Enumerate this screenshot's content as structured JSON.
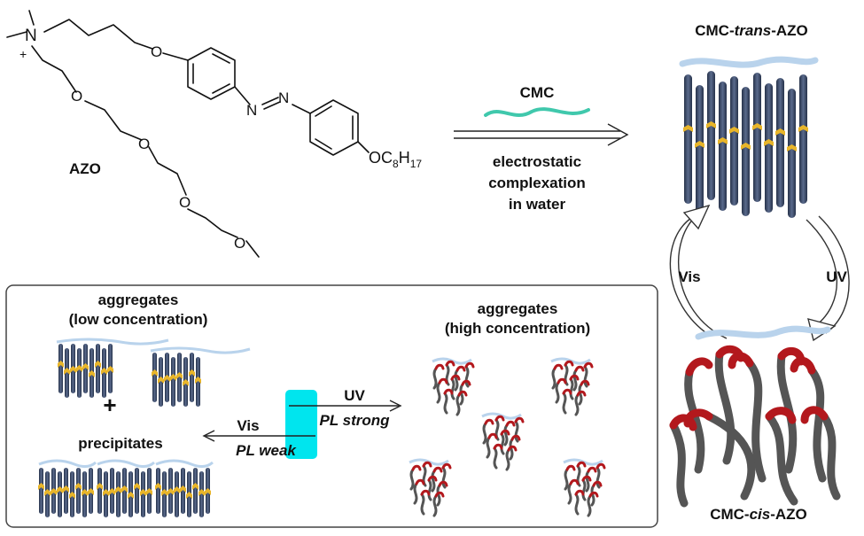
{
  "molecule": {
    "name": "AZO",
    "atoms": {
      "n_plus": "N",
      "charge": "+",
      "oxygen": "O",
      "azo_n": "N",
      "terminal": "OC",
      "c_count": "8",
      "h_text": "H",
      "h_count": "17"
    }
  },
  "process": {
    "reagent": "CMC",
    "condition_line1": "electrostatic",
    "condition_line2": "complexation",
    "condition_line3": "in water"
  },
  "states": {
    "trans_prefix": "CMC-",
    "trans_italic": "trans",
    "trans_suffix": "-AZO",
    "cis_prefix": "CMC-",
    "cis_italic": "cis",
    "cis_suffix": "-AZO",
    "switch_left": "Vis",
    "switch_right": "UV"
  },
  "inset": {
    "low_title_line1": "aggregates",
    "low_title_line2": "(low concentration)",
    "plus": "+",
    "precipitates": "precipitates",
    "high_title_line1": "aggregates",
    "high_title_line2": "(high concentration)",
    "uv_label": "UV",
    "pl_strong": "PL strong",
    "vis_label": "Vis",
    "pl_weak": "PL weak"
  },
  "colors": {
    "rod": "#3c4a66",
    "linker": "#e8b52a",
    "cmc_chain": "#40c8ac",
    "cmc_cloud": "#b9d3ec",
    "cis_tail": "#555555",
    "cis_head": "#b3181d",
    "highlight": "#00e5ee"
  }
}
